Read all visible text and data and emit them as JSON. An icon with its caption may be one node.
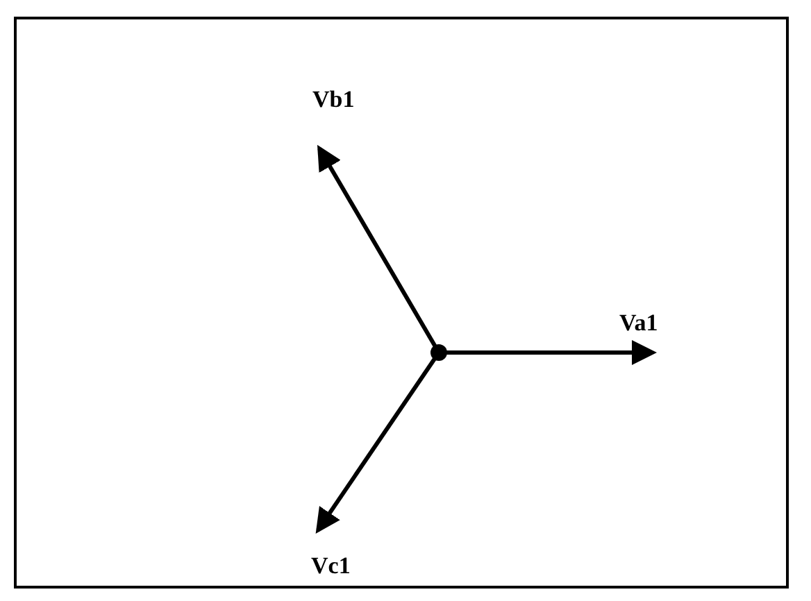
{
  "diagram": {
    "labels": [
      "Vb1",
      "Va1",
      "Vc1"
    ]
  }
}
